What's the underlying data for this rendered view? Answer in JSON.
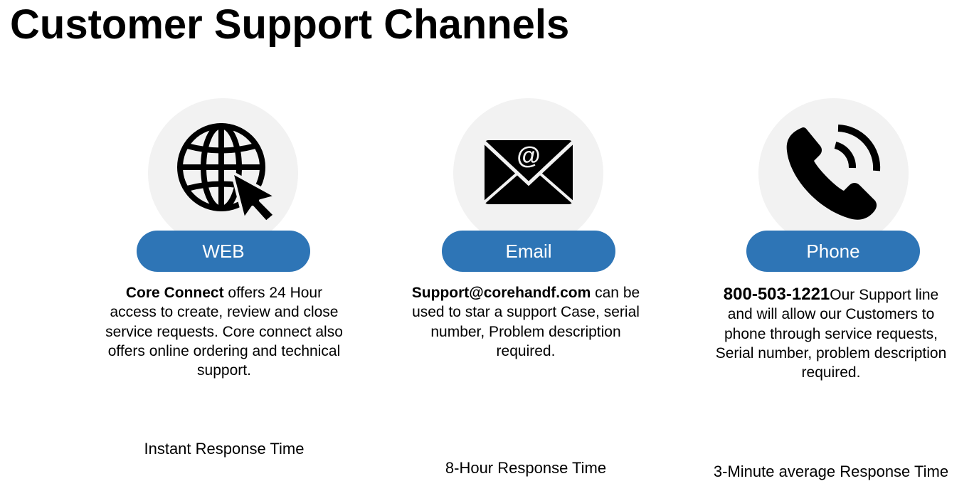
{
  "title": "Customer Support Channels",
  "accent_color": "#2e75b6",
  "circle_color": "#f2f2f2",
  "channels": [
    {
      "icon": "globe-cursor-icon",
      "label": "WEB",
      "lead": "Core Connect",
      "body_lines": [
        " offers 24 Hour",
        "access to create, review and close",
        "service requests. Core connect also",
        "offers online ordering and technical",
        "support."
      ],
      "response": "Instant Response Time"
    },
    {
      "icon": "envelope-icon",
      "label": "Email",
      "lead": "Support@corehandf.com",
      "body_lines": [
        " can be",
        "used to star a support Case, serial",
        "number, Problem description",
        "required."
      ],
      "response": "8-Hour Response Time"
    },
    {
      "icon": "phone-icon",
      "label": "Phone",
      "lead": "800-503-1221",
      "body_lines": [
        "Our Support line",
        "and will allow our Customers to",
        "phone through service requests,",
        "Serial number, problem description",
        "required."
      ],
      "response": "3-Minute average Response Time"
    }
  ]
}
